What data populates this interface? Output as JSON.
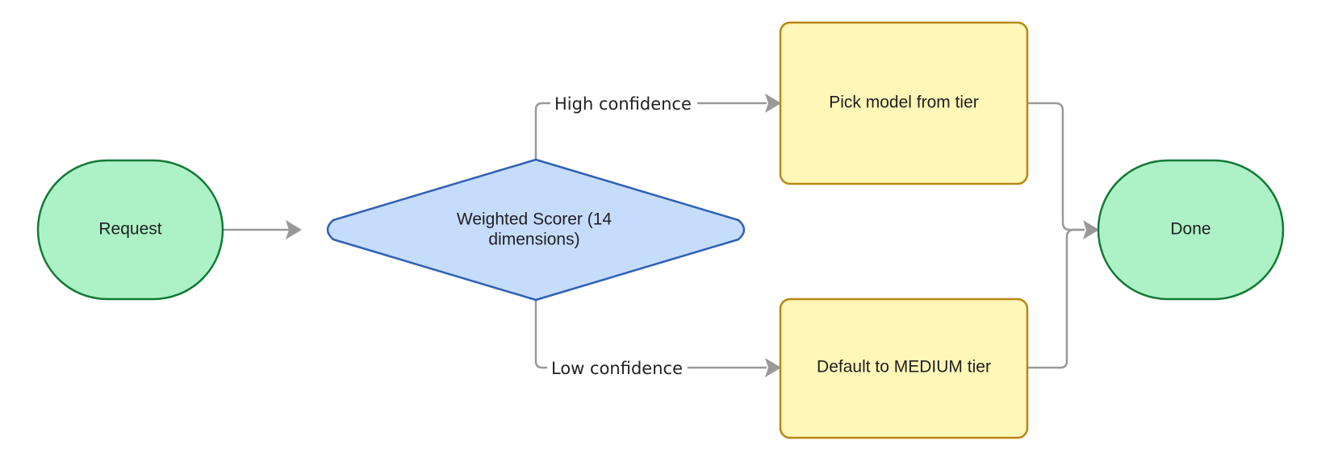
{
  "nodes": {
    "request": {
      "label": "Request",
      "shape": "rounded-pill"
    },
    "scorer": {
      "label_line1": "Weighted Scorer (14",
      "label_line2": "dimensions)",
      "shape": "diamond"
    },
    "pick_model": {
      "label": "Pick model from tier",
      "shape": "rectangle"
    },
    "default_medium": {
      "label": "Default to MEDIUM tier",
      "shape": "rectangle"
    },
    "done": {
      "label": "Done",
      "shape": "rounded-pill"
    }
  },
  "edges": {
    "high_confidence": {
      "label": "High confidence",
      "from": "scorer",
      "to": "pick_model"
    },
    "low_confidence": {
      "label": "Low confidence",
      "from": "scorer",
      "to": "default_medium"
    },
    "request_to_scorer": {
      "from": "request",
      "to": "scorer"
    },
    "pick_to_done": {
      "from": "pick_model",
      "to": "done"
    },
    "default_to_done": {
      "from": "default_medium",
      "to": "done"
    }
  },
  "colors": {
    "terminal_fill": "#adf2c7",
    "terminal_stroke": "#137a35",
    "decision_fill": "#c6dcfd",
    "decision_stroke": "#3060b4",
    "process_fill": "#fff7b8",
    "process_stroke": "#b8870e",
    "edge": "#999999"
  }
}
